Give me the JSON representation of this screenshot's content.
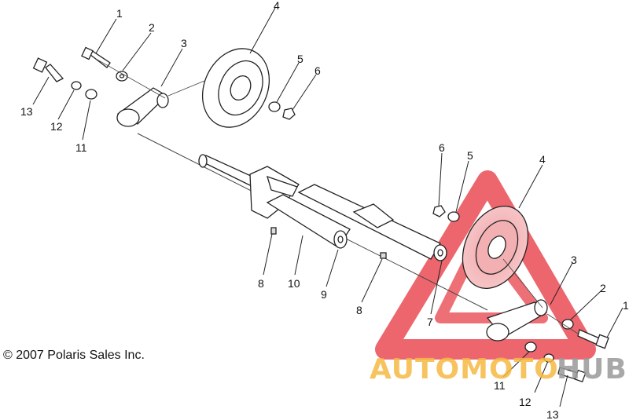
{
  "copyright": "© 2007 Polaris Sales Inc.",
  "watermark": {
    "part1": "AUTOMOTO",
    "part2": "HUB",
    "color1": "#f5b942",
    "color2": "#9a9a9a",
    "triangle_color": "#e8404a"
  },
  "callouts": {
    "top": [
      "1",
      "2",
      "3",
      "4",
      "5",
      "6",
      "13",
      "12",
      "11"
    ],
    "center": [
      "8",
      "10",
      "9",
      "8",
      "7"
    ],
    "right": [
      "6",
      "5",
      "4",
      "3",
      "2",
      "1",
      "11",
      "12",
      "13"
    ]
  }
}
